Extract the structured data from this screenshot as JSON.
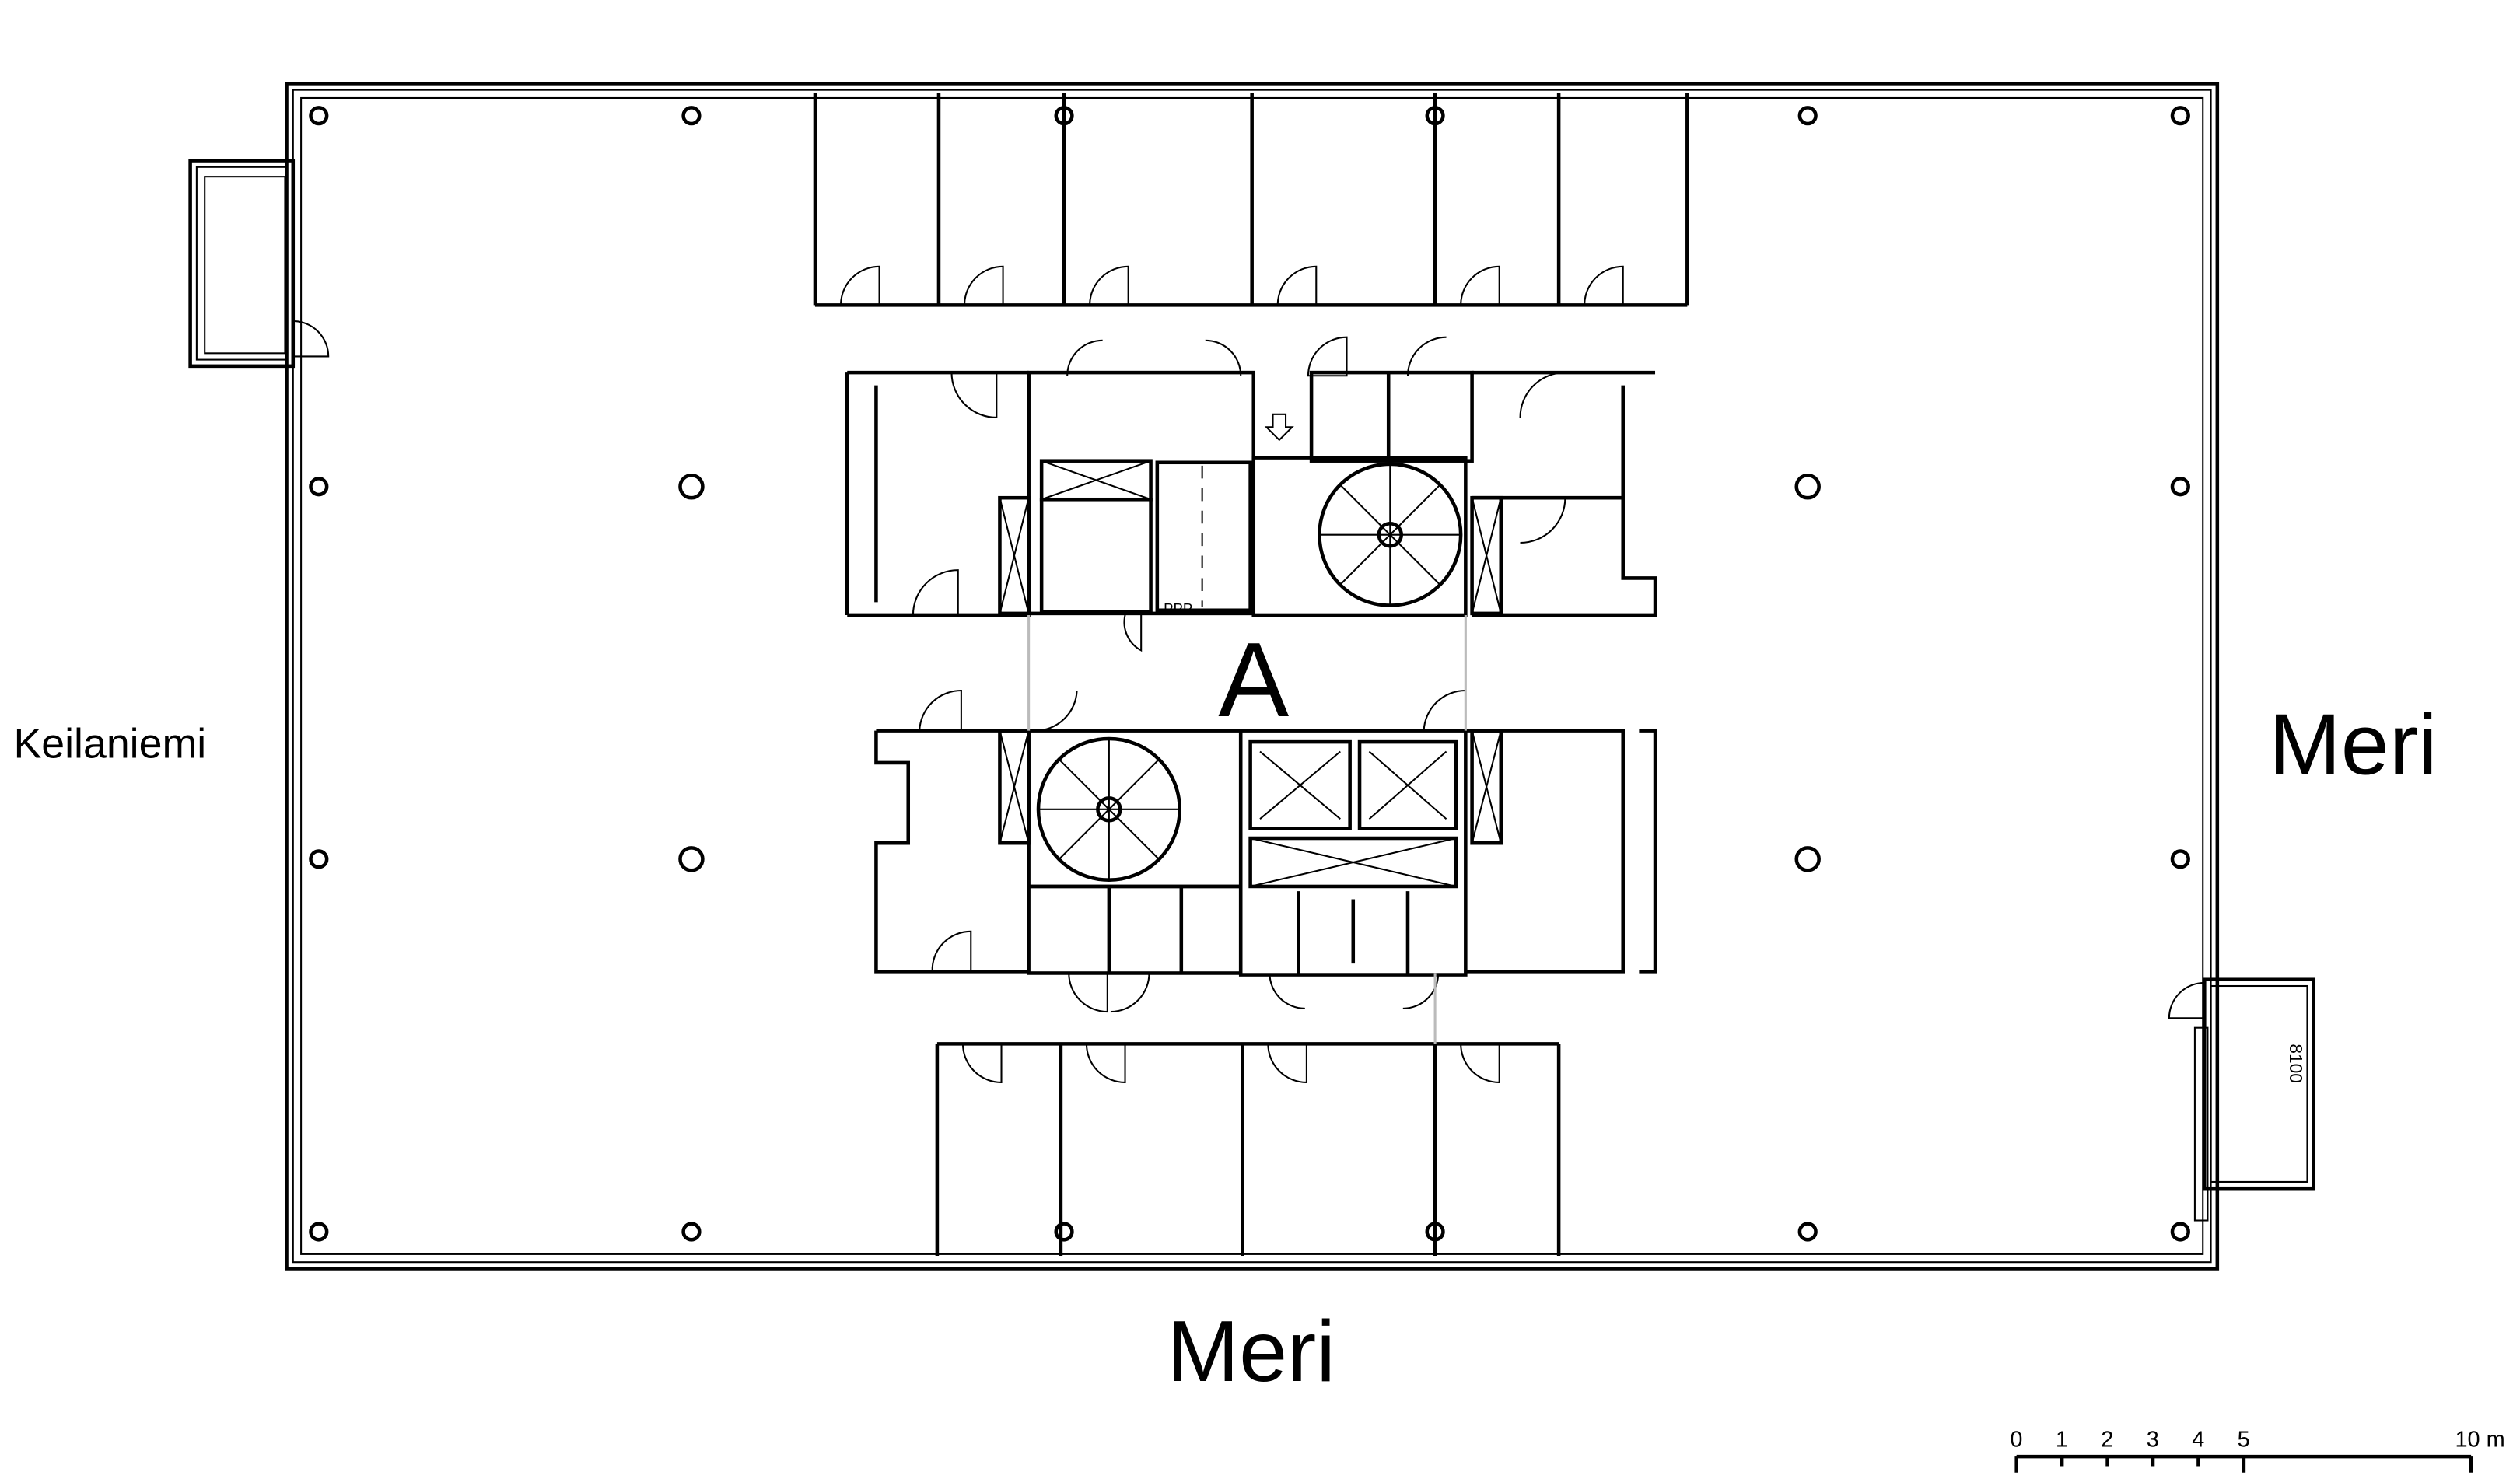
{
  "labels": {
    "west": "Keilaniemi",
    "east": "Meri",
    "south": "Meri",
    "wing": "A",
    "balcony_dim": "8100",
    "shaft_tag": "PPP"
  },
  "scale_bar": {
    "ticks": [
      "0",
      "1",
      "2",
      "3",
      "4",
      "5"
    ],
    "end_label": "10 m",
    "tick_values_m": [
      0,
      1,
      2,
      3,
      4,
      5,
      10
    ]
  },
  "colors": {
    "line": "#000000",
    "background": "#ffffff",
    "guide": "#bbbbbb"
  }
}
